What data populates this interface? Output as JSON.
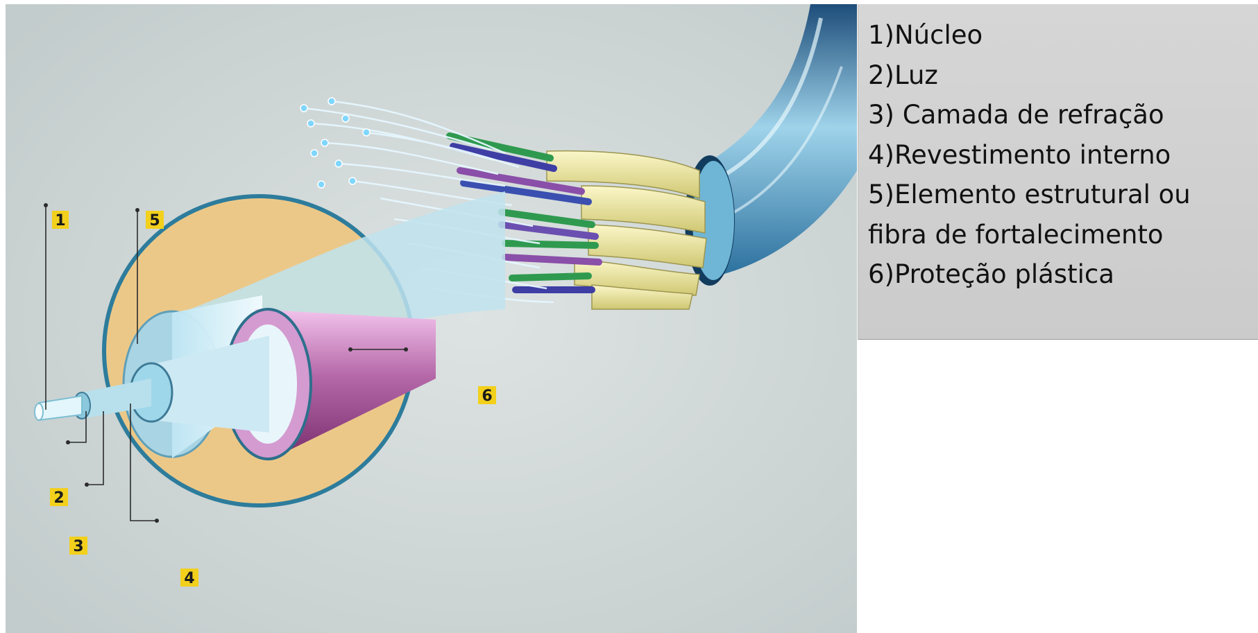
{
  "callouts": [
    "1",
    "2",
    "3",
    "4",
    "5",
    "6"
  ],
  "legend": [
    "1)Núcleo",
    "2)Luz",
    "3) Camada de refração",
    "4)Revestimento interno",
    "5)Elemento estrutural ou",
    "fibra de fortalecimento",
    "6)Proteção plástica"
  ],
  "colors": {
    "background": "#cfd6d6",
    "magnifier_fill": "#ecc888",
    "magnifier_ring": "#2d7c9c",
    "callout_badge": "#f2d01c",
    "outer_jacket": "#c489bf",
    "strength_fiber": "#d7edf6",
    "inner_coating": "#9fd7ea",
    "core": "#e2f6fb",
    "tube_yellow": "#ede9a6",
    "cable_blue": "#4fa6cf"
  }
}
